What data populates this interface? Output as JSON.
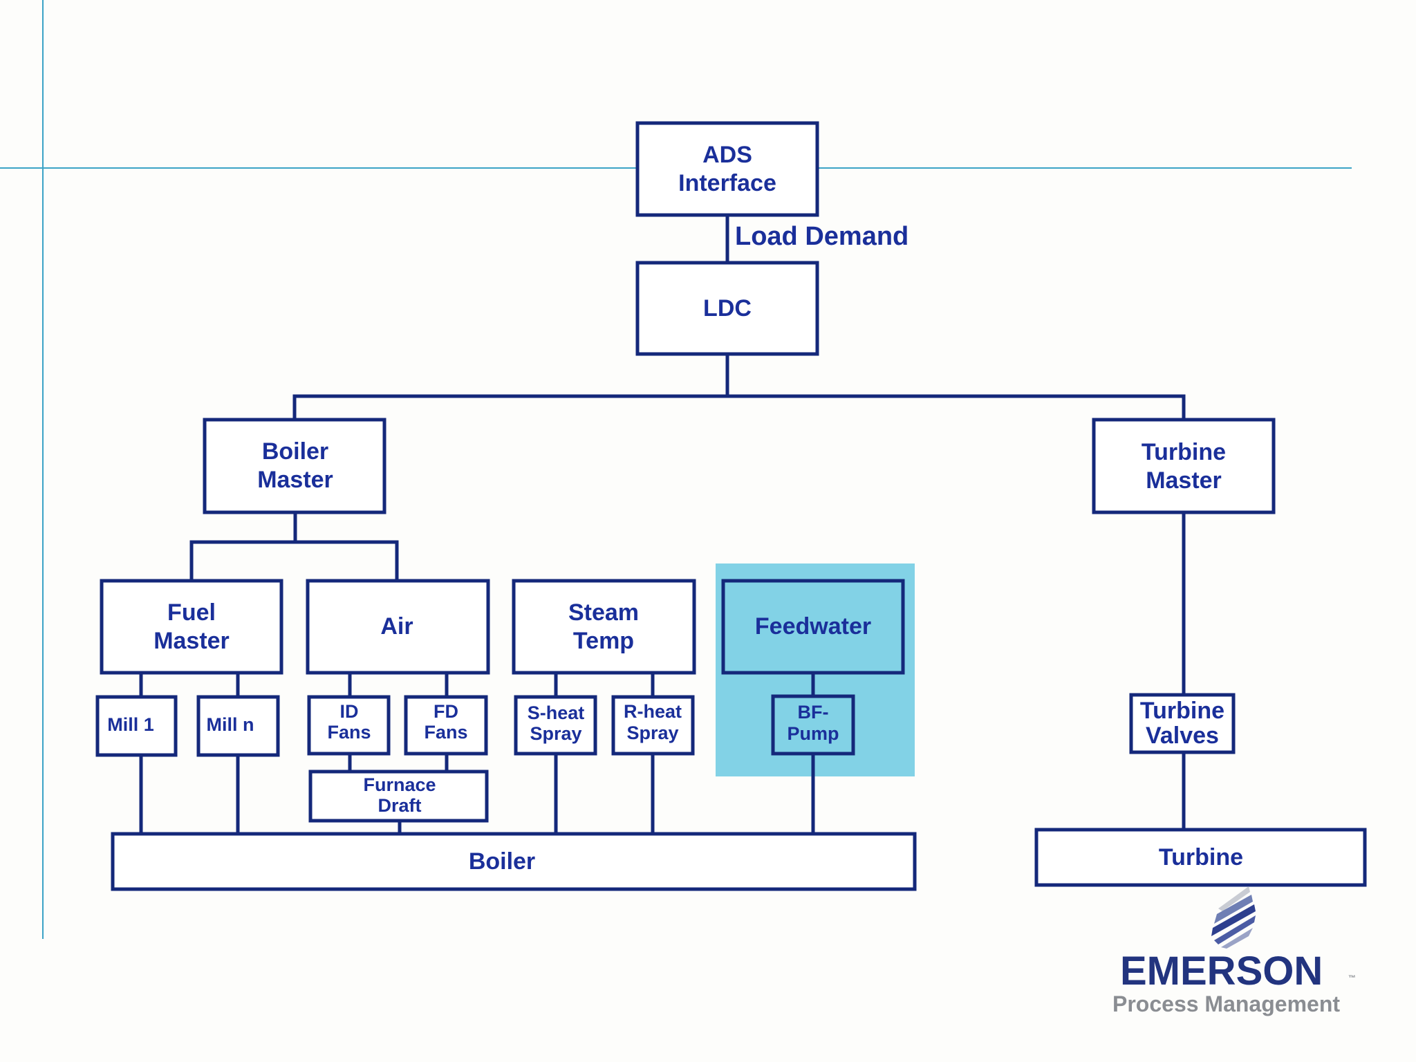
{
  "diagram": {
    "ads_interface": [
      "ADS",
      "Interface"
    ],
    "load_demand": "Load Demand",
    "ldc": "LDC",
    "boiler_master": [
      "Boiler",
      "Master"
    ],
    "turbine_master": [
      "Turbine",
      "Master"
    ],
    "fuel_master": [
      "Fuel",
      "Master"
    ],
    "air": "Air",
    "steam_temp": [
      "Steam",
      "Temp"
    ],
    "feedwater": "Feedwater",
    "mill_1": "Mill 1",
    "mill_n": "Mill n",
    "id_fans": [
      "ID",
      "Fans"
    ],
    "fd_fans": [
      "FD",
      "Fans"
    ],
    "sheat_spray": [
      "S-heat",
      "Spray"
    ],
    "rheat_spray": [
      "R-heat",
      "Spray"
    ],
    "bf_pump": [
      "BF-",
      "Pump"
    ],
    "furnace_draft": [
      "Furnace",
      "Draft"
    ],
    "turbine_valves": [
      "Turbine",
      "Valves"
    ],
    "boiler": "Boiler",
    "turbine": "Turbine"
  },
  "logo": {
    "name": "EMERSON",
    "tm": "™",
    "tagline": "Process Management"
  },
  "colors": {
    "line": "#14287a",
    "text": "#1a2f9a",
    "highlight": "#82d2e6",
    "guide": "#3ba3c6"
  }
}
